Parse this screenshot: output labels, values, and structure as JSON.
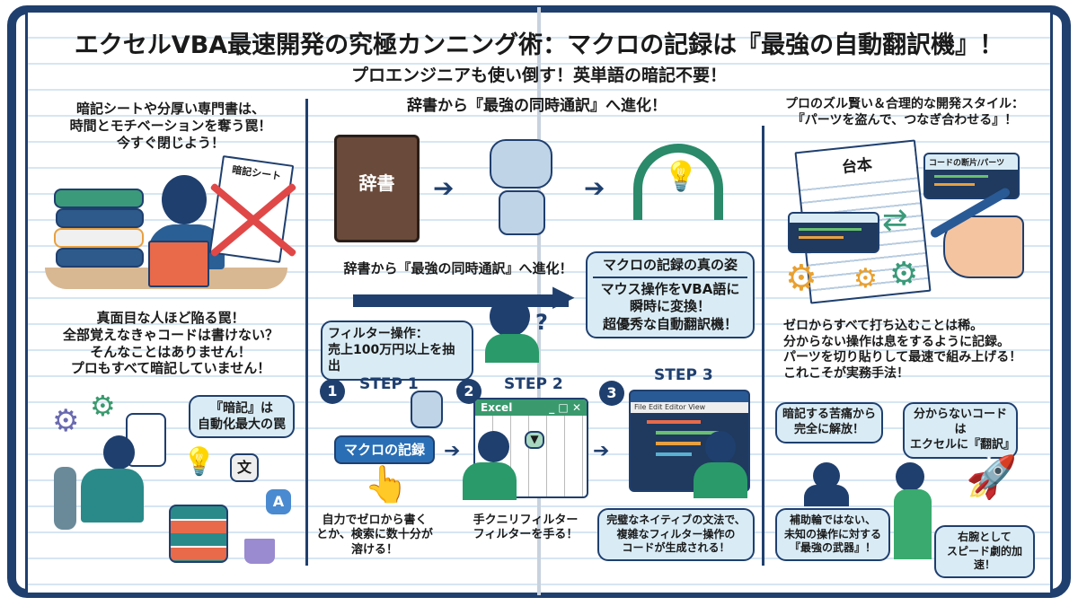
{
  "header": {
    "title": "エクセルVBA最速開発の究極カンニング術：マクロの記録は『最強の自動翻訳機』！",
    "subtitle": "プロエンジニアも使い倒す！英単語の暗記不要！"
  },
  "left": {
    "intro": [
      "暗記シートや分厚い専門書は、",
      "時間とモチベーションを奪う罠！",
      "今すぐ閉じよう！"
    ],
    "sheet_label": "暗記シート",
    "trap": [
      "真面目な人ほど陥る罠！",
      "全部覚えなきゃコードは書けない？",
      "そんなことはありません！",
      "プロもすべて暗記していません！"
    ],
    "bubble": [
      "『暗記』は",
      "自動化最大の罠"
    ],
    "translate_glyphs": [
      "文",
      "A"
    ]
  },
  "center": {
    "heading": "辞書から『最強の同時通訳』へ進化！",
    "book_label": "辞書",
    "caption": "辞書から『最強の同時通訳』へ進化！",
    "truth_title": "マクロの記録の真の姿",
    "truth_body": [
      "マウス操作をVBA語に",
      "瞬時に変換！",
      "超優秀な自動翻訳機！"
    ],
    "filter_bubble": [
      "フィルター操作：",
      "売上100万円以上を抽出"
    ],
    "steps": [
      {
        "num": "1",
        "label": "STEP 1",
        "button": "マクロの記録",
        "caption": [
          "自力でゼロから書く",
          "とか、検索に数十分が",
          "溶ける！"
        ]
      },
      {
        "num": "2",
        "label": "STEP 2",
        "window_title": "Excel",
        "caption": [
          "手クニリフィルター",
          "フィルターを手る！"
        ]
      },
      {
        "num": "3",
        "label": "STEP 3",
        "menu": [
          "File",
          "Edit",
          "Editor",
          "View"
        ],
        "caption": [
          "完璧なネイティブの文法で、",
          "複雑なフィルター操作の",
          "コードが生成される！"
        ]
      }
    ]
  },
  "right": {
    "heading": [
      "プロのズル賢い＆合理的な開発スタイル：",
      "『パーツを盗んで、つなぎ合わせる』！"
    ],
    "script_label": "台本",
    "parts_label": "コードの断片/パーツ",
    "body": [
      "ゼロからすべて打ち込むことは稀。",
      "分からない操作は息をするように記録。",
      "パーツを切り貼りして最速で組み上げる！",
      "これこそが実務手法！"
    ],
    "bubbles": {
      "b1": [
        "暗記する苦痛から",
        "完全に解放！"
      ],
      "b2": [
        "分からないコードは",
        "エクセルに『翻訳』"
      ],
      "b3": [
        "補助輪ではない、",
        "未知の操作に対する",
        "『最強の武器』！"
      ],
      "b4": [
        "右腕として",
        "スピード劇的加速！"
      ]
    }
  },
  "colors": {
    "navy": "#1f3f6e",
    "green": "#3a9a6e",
    "bubble": "#d9ecf6",
    "red": "#e04848"
  }
}
